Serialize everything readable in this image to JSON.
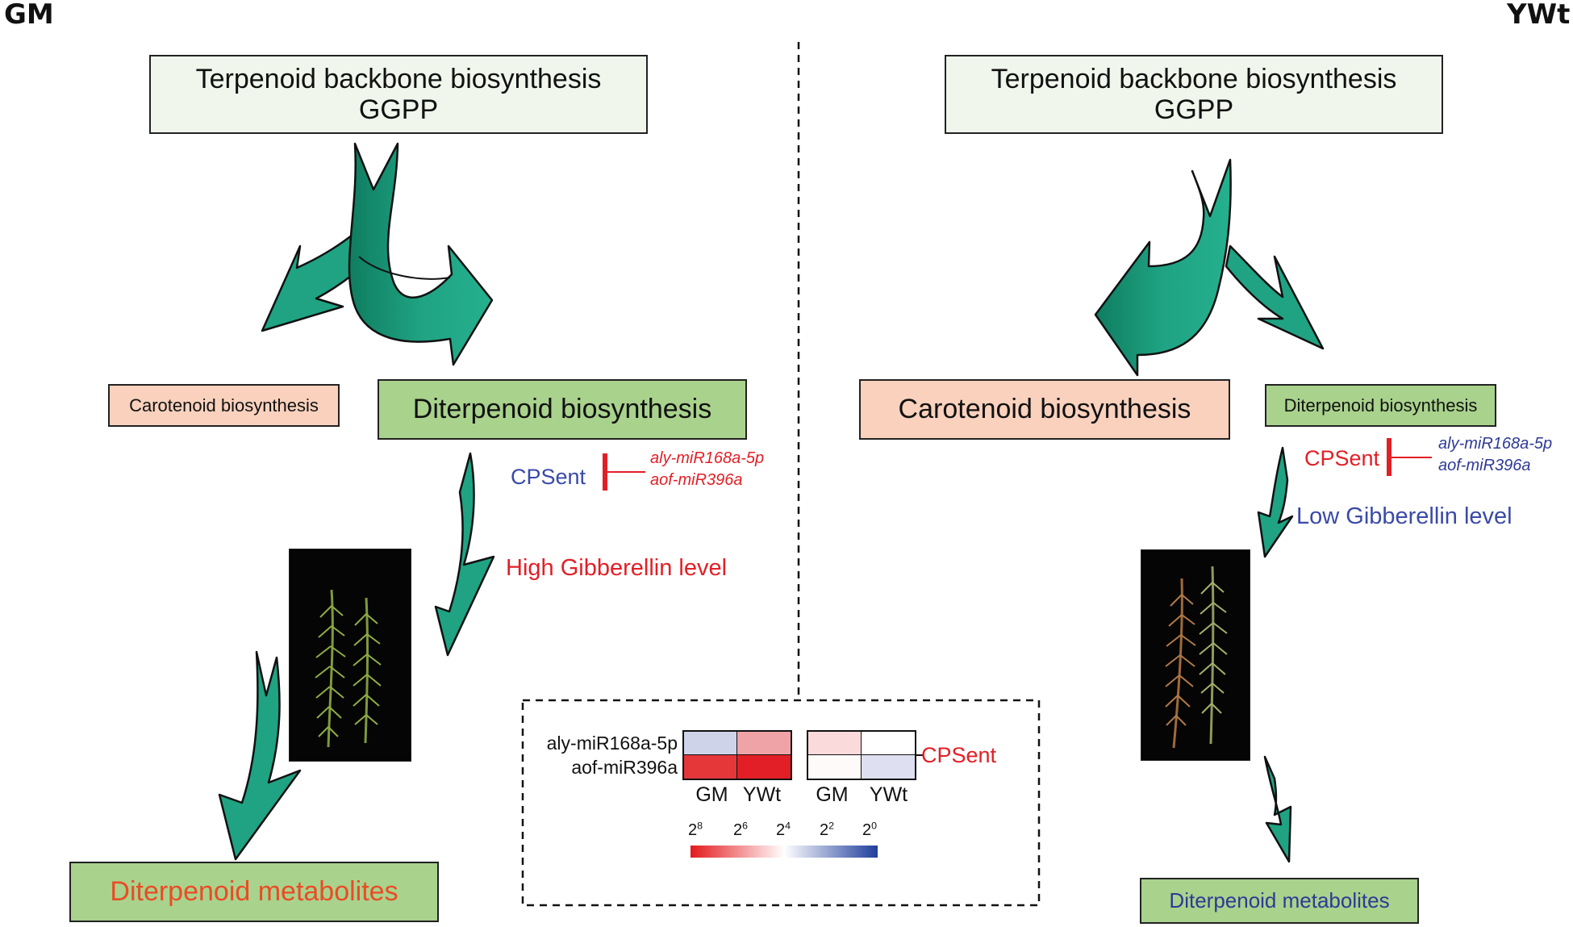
{
  "panels": {
    "left_label": "GM",
    "right_label": "YWt"
  },
  "left": {
    "top_box_line1": "Terpenoid backbone biosynthesis",
    "top_box_line2": "GGPP",
    "carotenoid_label": "Carotenoid biosynthesis",
    "diterpenoid_label": "Diterpenoid biosynthesis",
    "gene_label": "CPSent",
    "mirna_1": "aly-miR168a-5p",
    "mirna_2": "aof-miR396a",
    "gibberellin_label": "High Gibberellin level",
    "metabolites_label": "Diterpenoid metabolites"
  },
  "right": {
    "top_box_line1": "Terpenoid backbone biosynthesis",
    "top_box_line2": "GGPP",
    "carotenoid_label": "Carotenoid biosynthesis",
    "diterpenoid_label": "Diterpenoid biosynthesis",
    "gene_label": "CPSent",
    "mirna_1": "aly-miR168a-5p",
    "mirna_2": "aof-miR396a",
    "gibberellin_label": "Low Gibberellin level",
    "metabolites_label": "Diterpenoid metabolites"
  },
  "heatmap": {
    "row_labels": [
      "aly-miR168a-5p",
      "aof-miR396a"
    ],
    "mirna_cells": [
      [
        "#cfd3ea",
        "#f0a3a6"
      ],
      [
        "#e5363a",
        "#e21f26"
      ]
    ],
    "gene_cells": [
      [
        "#fbdadc",
        "#ffffff"
      ],
      [
        "#fffafa",
        "#dedff0"
      ]
    ],
    "col_labels_mirna": [
      "GM",
      "YWt"
    ],
    "col_labels_gene": [
      "GM",
      "YWt"
    ],
    "gene_label": "CPSent",
    "scale_base": "2",
    "scale_exponents": [
      "8",
      "6",
      "4",
      "2",
      "0"
    ],
    "scale_colors": [
      "#e31a1c",
      "#ffffff",
      "#1f3e9c"
    ]
  },
  "colors": {
    "arrow_fill": "#1fa383",
    "arrow_dark": "#0f7d60",
    "top_box_fill": "#f0f6ec",
    "carotenoid_fill": "#f9d1bd",
    "diterpenoid_fill": "#a9d28c",
    "red": "#e21f26",
    "blue": "#3a4aa8",
    "orange_red": "#ea4b26",
    "photo_bg": "#050505"
  }
}
